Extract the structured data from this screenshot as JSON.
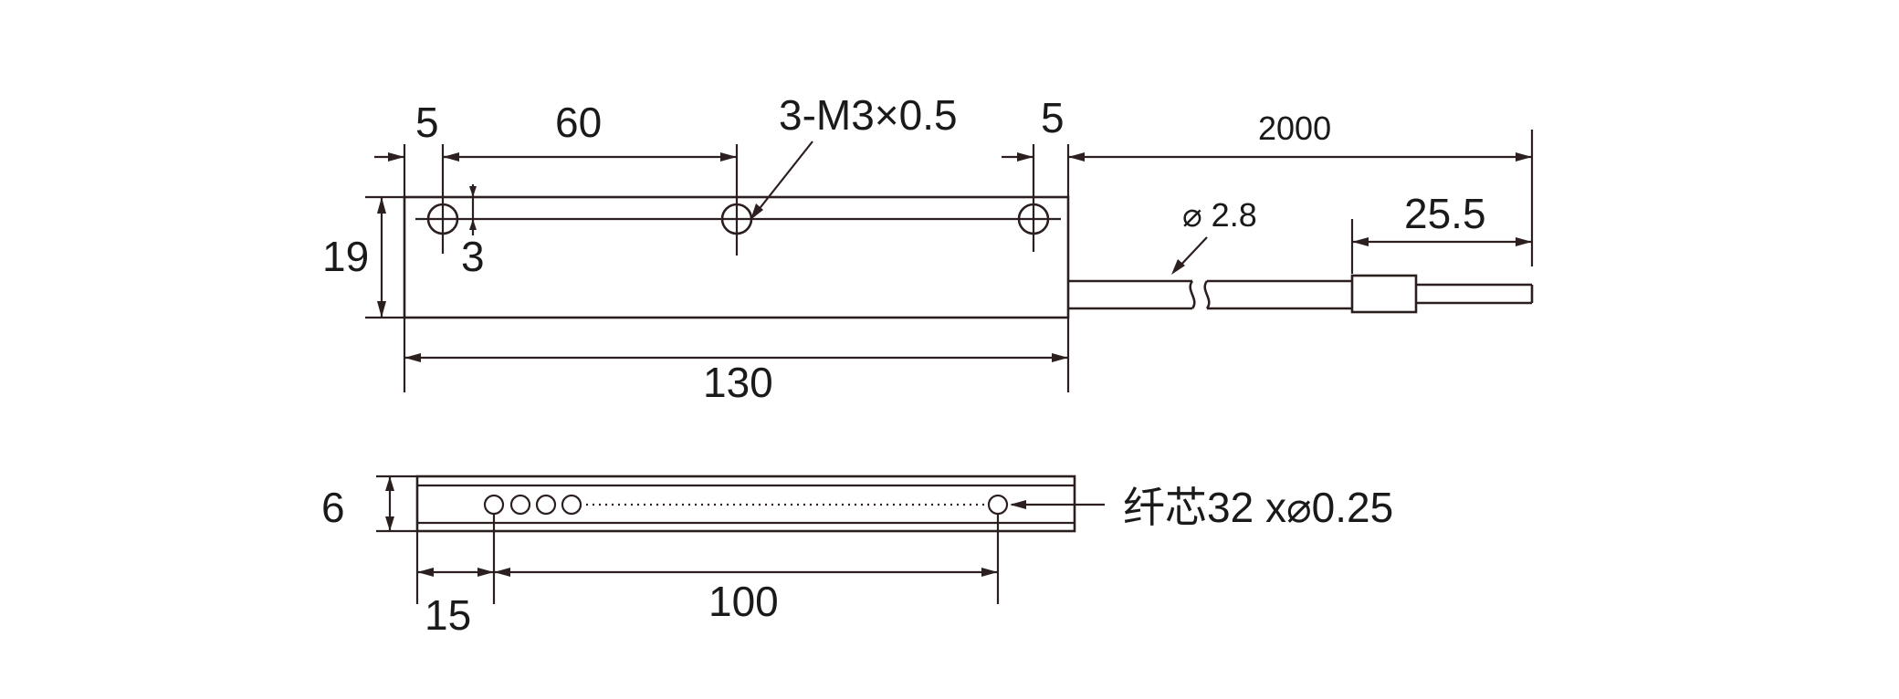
{
  "top_view": {
    "dim_left_edge": "5",
    "dim_hole_pitch": "60",
    "dim_right_edge": "5",
    "thread_label": "3-M3×0.5",
    "dim_hole_offset": "3",
    "dim_height": "19",
    "dim_length": "130",
    "dim_cable_length": "2000",
    "cable_diameter": "⌀ 2.8",
    "dim_end_sleeve": "25.5"
  },
  "side_view": {
    "dim_thickness": "6",
    "dim_first_fiber": "15",
    "dim_fiber_span": "100",
    "fiber_core_label": "纤芯32 x⌀0.25"
  }
}
